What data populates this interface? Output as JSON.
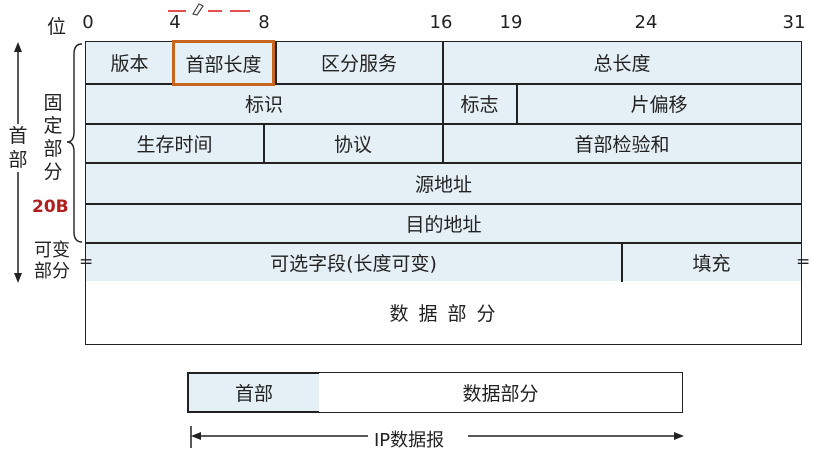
{
  "bit_axis": {
    "label": "位",
    "ticks": [
      "0",
      "4",
      "8",
      "16",
      "19",
      "24",
      "31"
    ]
  },
  "header_rows": {
    "row1": {
      "version": "版本",
      "header_length": "首部长度",
      "differentiated_services": "区分服务",
      "total_length": "总长度"
    },
    "row2": {
      "identification": "标识",
      "flags": "标志",
      "fragment_offset": "片偏移"
    },
    "row3": {
      "ttl": "生存时间",
      "protocol": "协议",
      "header_checksum": "首部检验和"
    },
    "row4": {
      "source_address": "源地址"
    },
    "row5": {
      "destination_address": "目的地址"
    },
    "row6": {
      "options": "可选字段(长度可变)",
      "padding": "填充",
      "eq_left": "=",
      "eq_right": "="
    }
  },
  "data_part": "数 据 部 分",
  "side_labels": {
    "header": "首部",
    "fixed_part": "固定部分",
    "fixed_size": "20B",
    "variable_part": "可变部分"
  },
  "bottom_diagram": {
    "header": "首部",
    "data": "数据部分",
    "datagram": "IP数据报"
  },
  "colors": {
    "cell_fill": "#e5f0f6",
    "border": "#222222",
    "highlight": "#c8651e",
    "size_label": "#b01e1e",
    "annotation_pen": "#e05050"
  }
}
